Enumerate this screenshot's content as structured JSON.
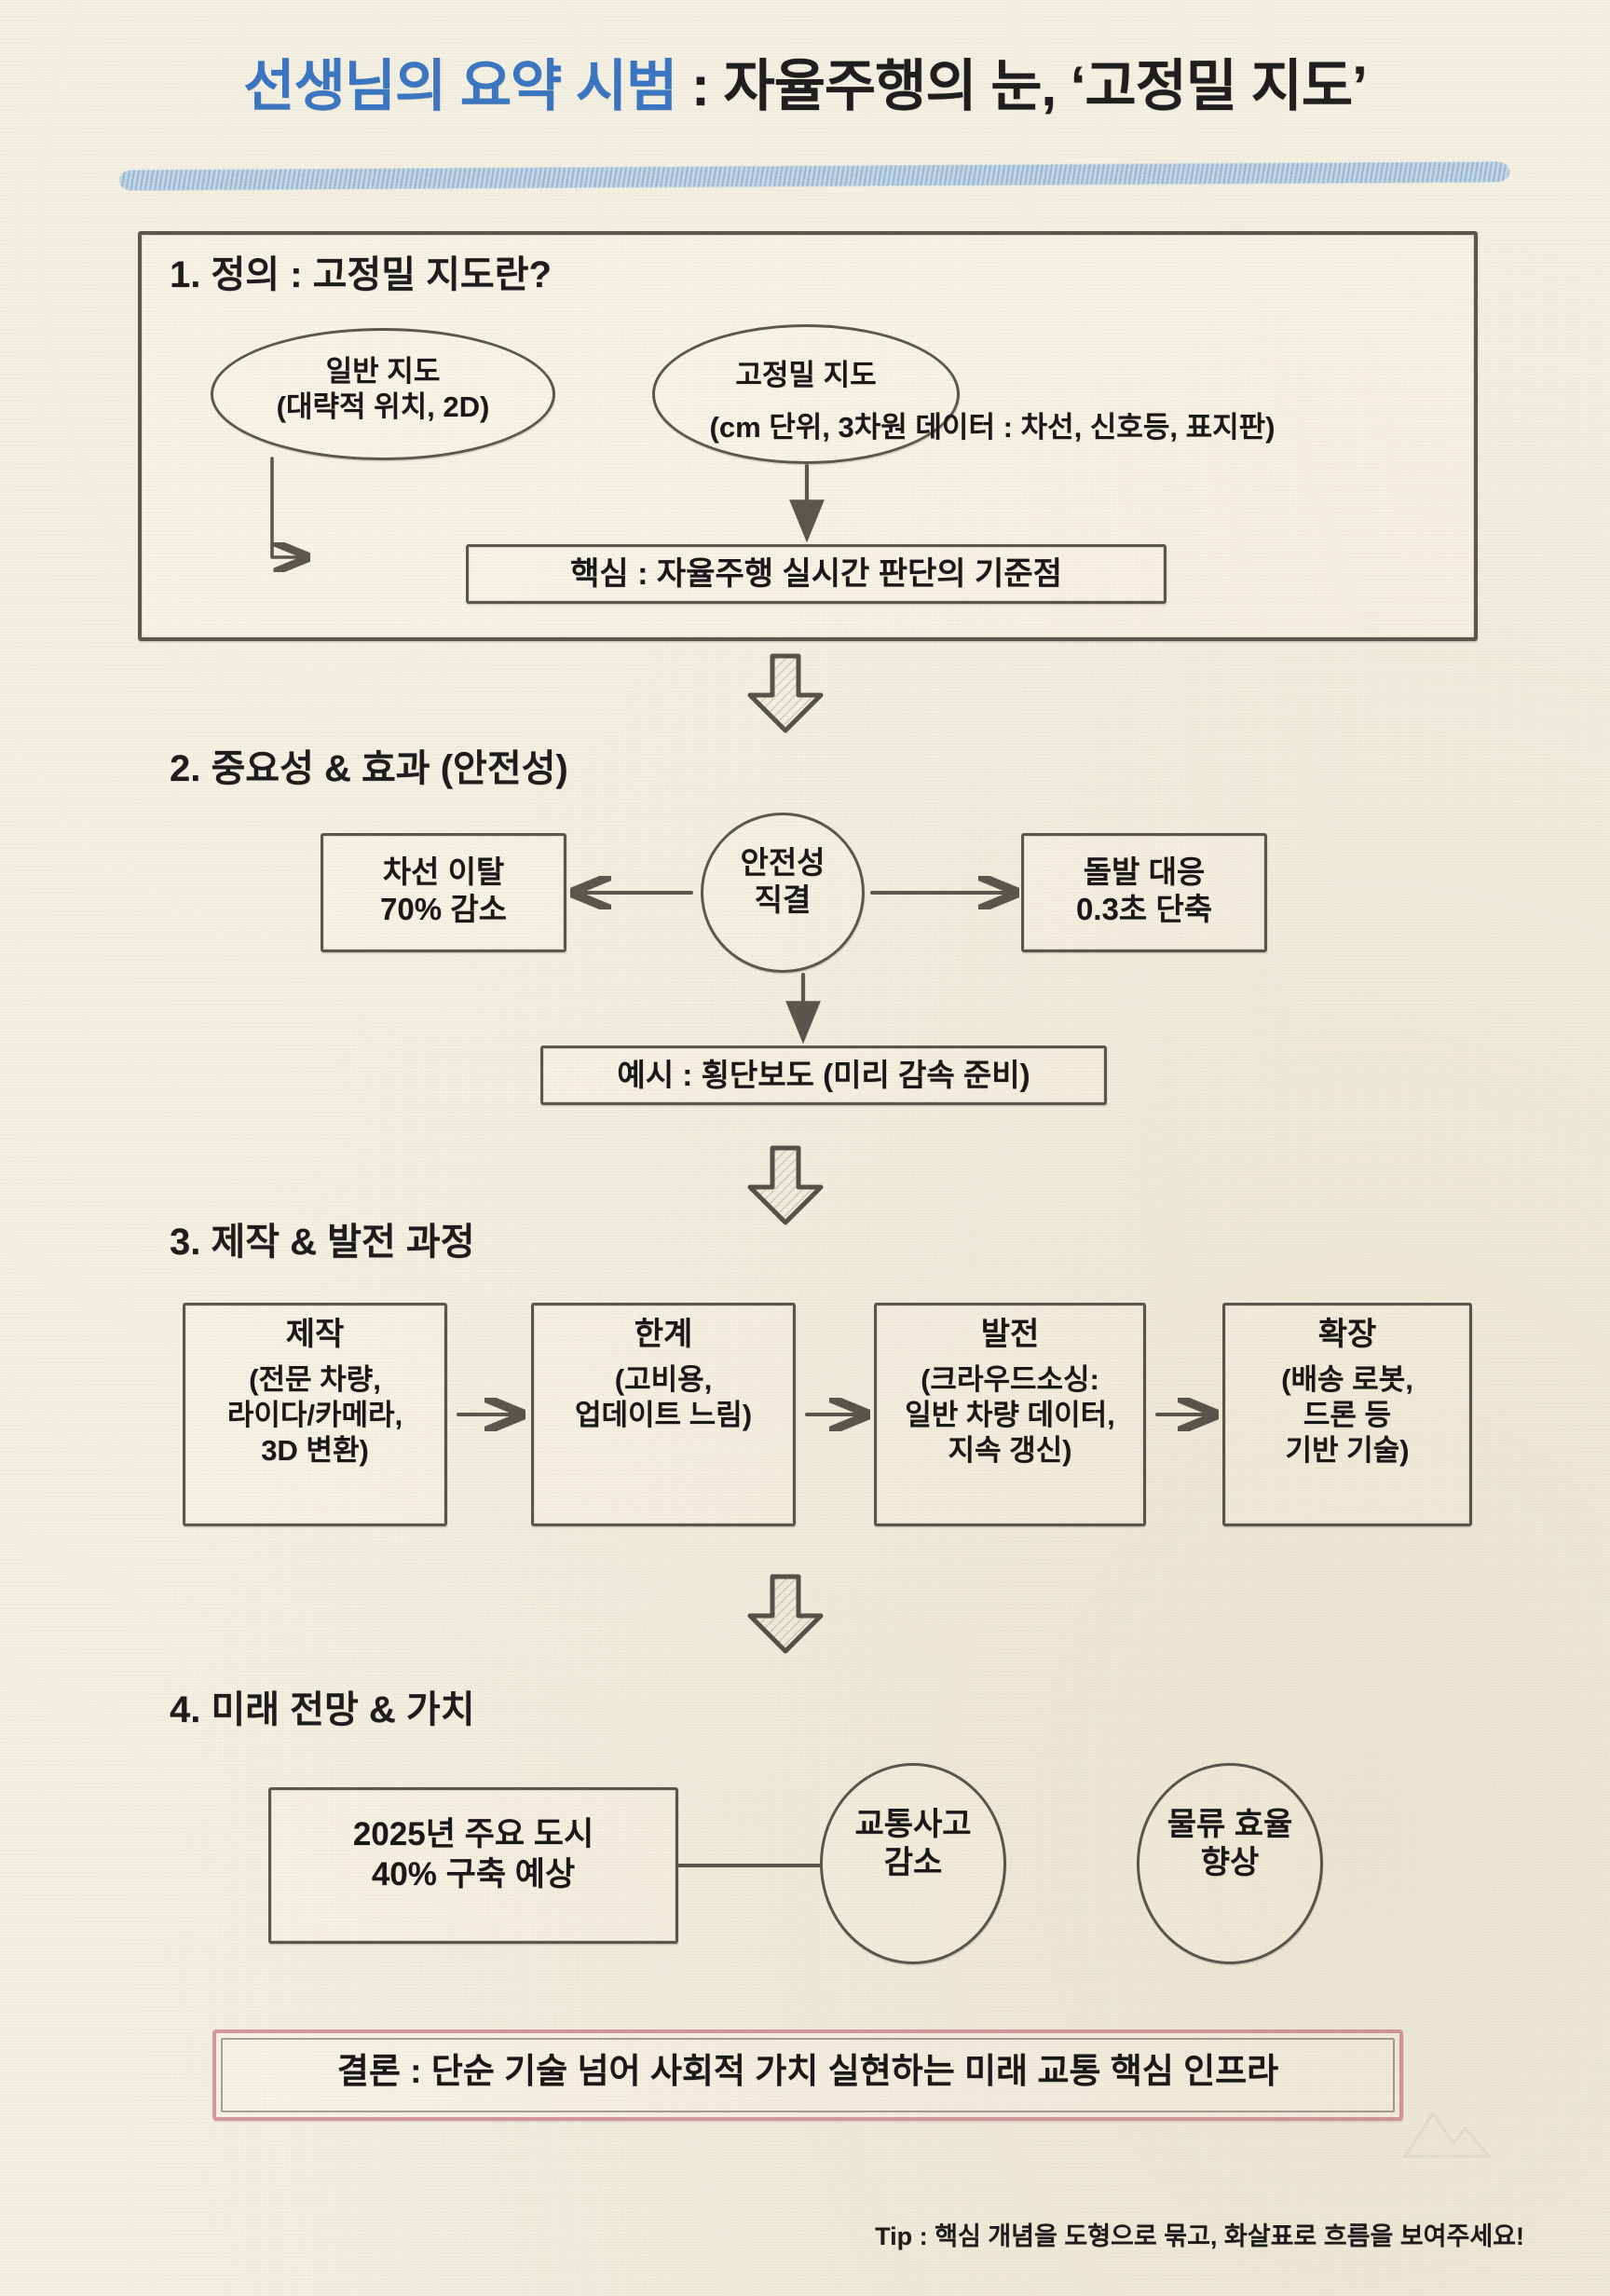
{
  "title": {
    "highlight": "선생님의 요약 시범",
    "rest": " : 자율주행의 눈, ‘고정밀 지도’",
    "highlight_color": "#3b77c4",
    "rest_color": "#1f1f1f",
    "underline_color": "#6ea0d7"
  },
  "sections": [
    {
      "heading": "1. 정의 : 고정밀 지도란?",
      "nodes": {
        "normal_map": "일반 지도\n(대략적 위치, 2D)",
        "hd_map_label": "고정밀 지도",
        "hd_map_detail": "(cm 단위, 3차원 데이터 : 차선, 신호등, 표지판)",
        "core": "핵심 : 자율주행 실시간 판단의 기준점"
      }
    },
    {
      "heading": "2. 중요성 & 효과 (안전성)",
      "nodes": {
        "center": "안전성\n직결",
        "left": "차선 이탈\n70% 감소",
        "right": "돌발 대응\n0.3초 단축",
        "example": "예시 : 횡단보도 (미리 감속 준비)"
      }
    },
    {
      "heading": "3. 제작 & 발전 과정",
      "steps": [
        {
          "title": "제작",
          "detail": "(전문 차량,\n라이다/카메라,\n3D 변환)"
        },
        {
          "title": "한계",
          "detail": "(고비용,\n업데이트 느림)"
        },
        {
          "title": "발전",
          "detail": "(크라우드소싱:\n일반 차량 데이터,\n지속 갱신)"
        },
        {
          "title": "확장",
          "detail": "(배송 로봇,\n드론 등\n기반 기술)"
        }
      ]
    },
    {
      "heading": "4. 미래 전망 & 가치",
      "nodes": {
        "forecast": "2025년 주요 도시\n40% 구축 예상",
        "benefit_1": "교통사고\n감소",
        "benefit_2": "물류 효율\n향상"
      }
    }
  ],
  "conclusion": "결론 : 단순 기술 넘어 사회적 가치 실현하는 미래 교통 핵심 인프라",
  "tip": "Tip : 핵심 개념을 도형으로 묶고, 화살표로 흐름을 보여주세요!",
  "colors": {
    "paper": "#f4f1e4",
    "ink": "#19191a",
    "pencil": "#5b5850",
    "accent_blue": "#3b77c4",
    "accent_pink": "#d99ba3"
  }
}
